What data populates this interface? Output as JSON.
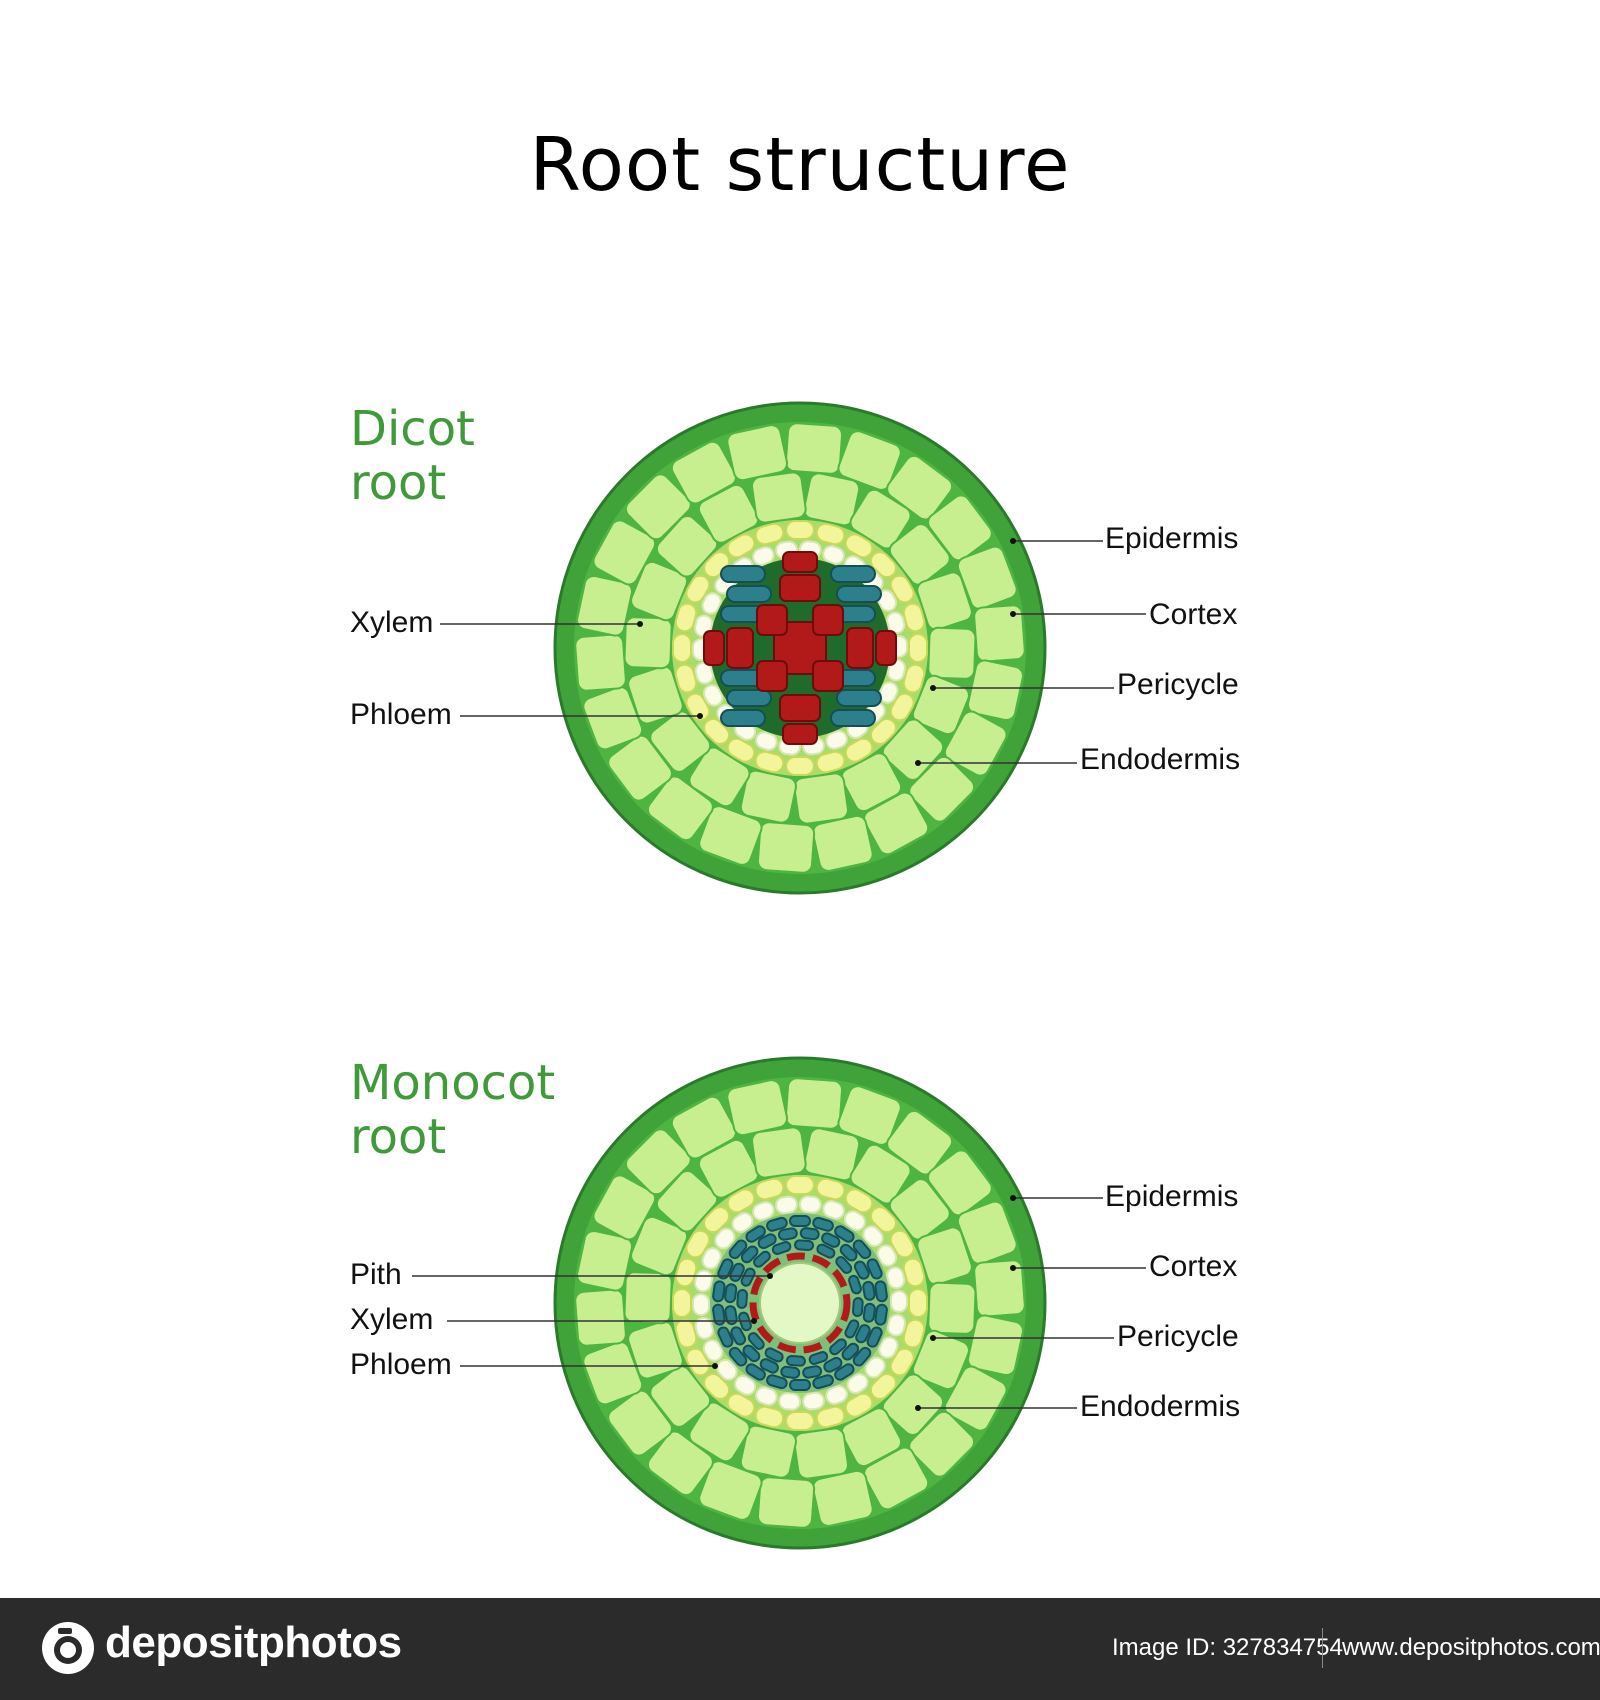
{
  "title": "Root structure",
  "dicot": {
    "heading_line1": "Dicot",
    "heading_line2": "root",
    "labels": {
      "epidermis": "Epidermis",
      "cortex": "Cortex",
      "pericycle": "Pericycle",
      "endodermis": "Endodermis",
      "xylem": "Xylem",
      "phloem": "Phloem"
    }
  },
  "monocot": {
    "heading_line1": "Monocot",
    "heading_line2": "root",
    "labels": {
      "epidermis": "Epidermis",
      "cortex": "Cortex",
      "pericycle": "Pericycle",
      "endodermis": "Endodermis",
      "pith": "Pith",
      "xylem": "Xylem",
      "phloem": "Phloem"
    }
  },
  "colors": {
    "epidermis": "#3fa33a",
    "cortex": "#c8ef8f",
    "endodermis": "#f3f59a",
    "pericycle": "#fbfbe9",
    "phloem": "#2e7f8c",
    "xylem": "#b21a1a",
    "pith": "#e3f8c4"
  },
  "footer": {
    "brand": "depositphotos",
    "image_id": "Image ID: 327834754",
    "site": "www.depositphotos.com"
  }
}
